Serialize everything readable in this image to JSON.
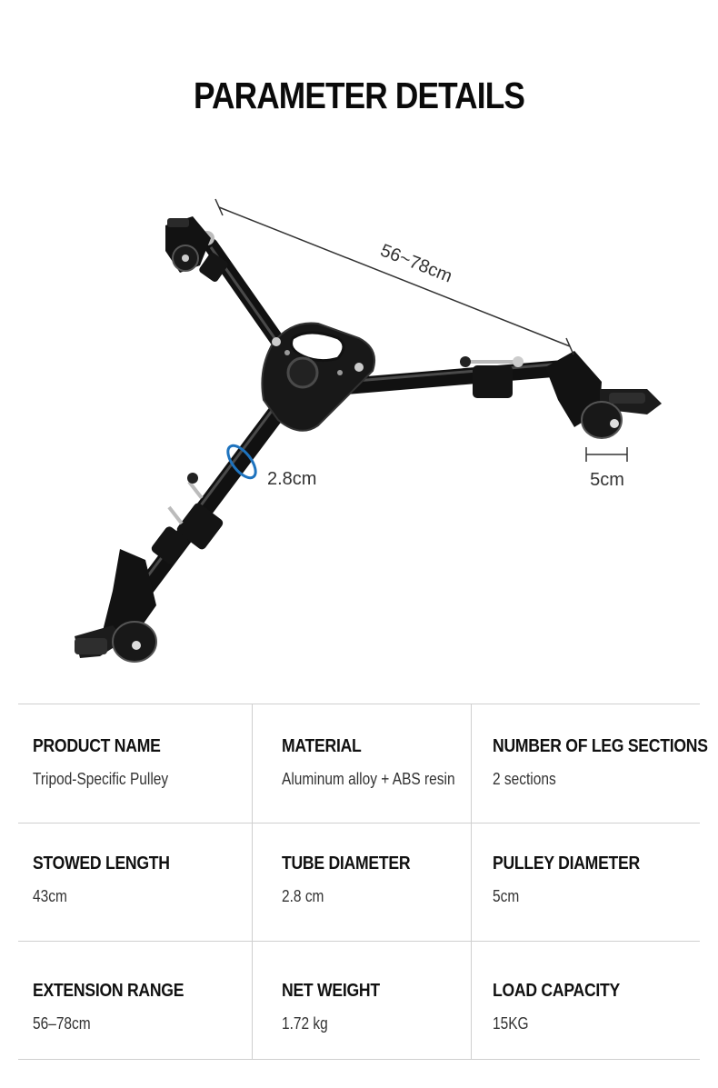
{
  "header": {
    "title": "PARAMETER DETAILS"
  },
  "image": {
    "subject": "tripod-dolly",
    "dimensions": {
      "extension": "56~78cm",
      "tube": "2.8cm",
      "pulley": "5cm"
    },
    "colors": {
      "metal": "#141414",
      "highlight": "#5a5a5a",
      "ring": "#1e73be",
      "dim_line": "#333333"
    }
  },
  "specs": {
    "rows": [
      [
        {
          "label": "PRODUCT NAME",
          "value": "Tripod-Specific Pulley"
        },
        {
          "label": "MATERIAL",
          "value": "Aluminum alloy + ABS resin"
        },
        {
          "label": "NUMBER OF LEG SECTIONS",
          "value": "2 sections"
        }
      ],
      [
        {
          "label": "STOWED LENGTH",
          "value": "43cm"
        },
        {
          "label": "TUBE DIAMETER",
          "value": "2.8 cm"
        },
        {
          "label": "PULLEY DIAMETER",
          "value": "5cm"
        }
      ],
      [
        {
          "label": "EXTENSION RANGE",
          "value": "56–78cm"
        },
        {
          "label": "NET WEIGHT",
          "value": "1.72 kg"
        },
        {
          "label": "LOAD CAPACITY",
          "value": "15KG"
        }
      ]
    ]
  }
}
